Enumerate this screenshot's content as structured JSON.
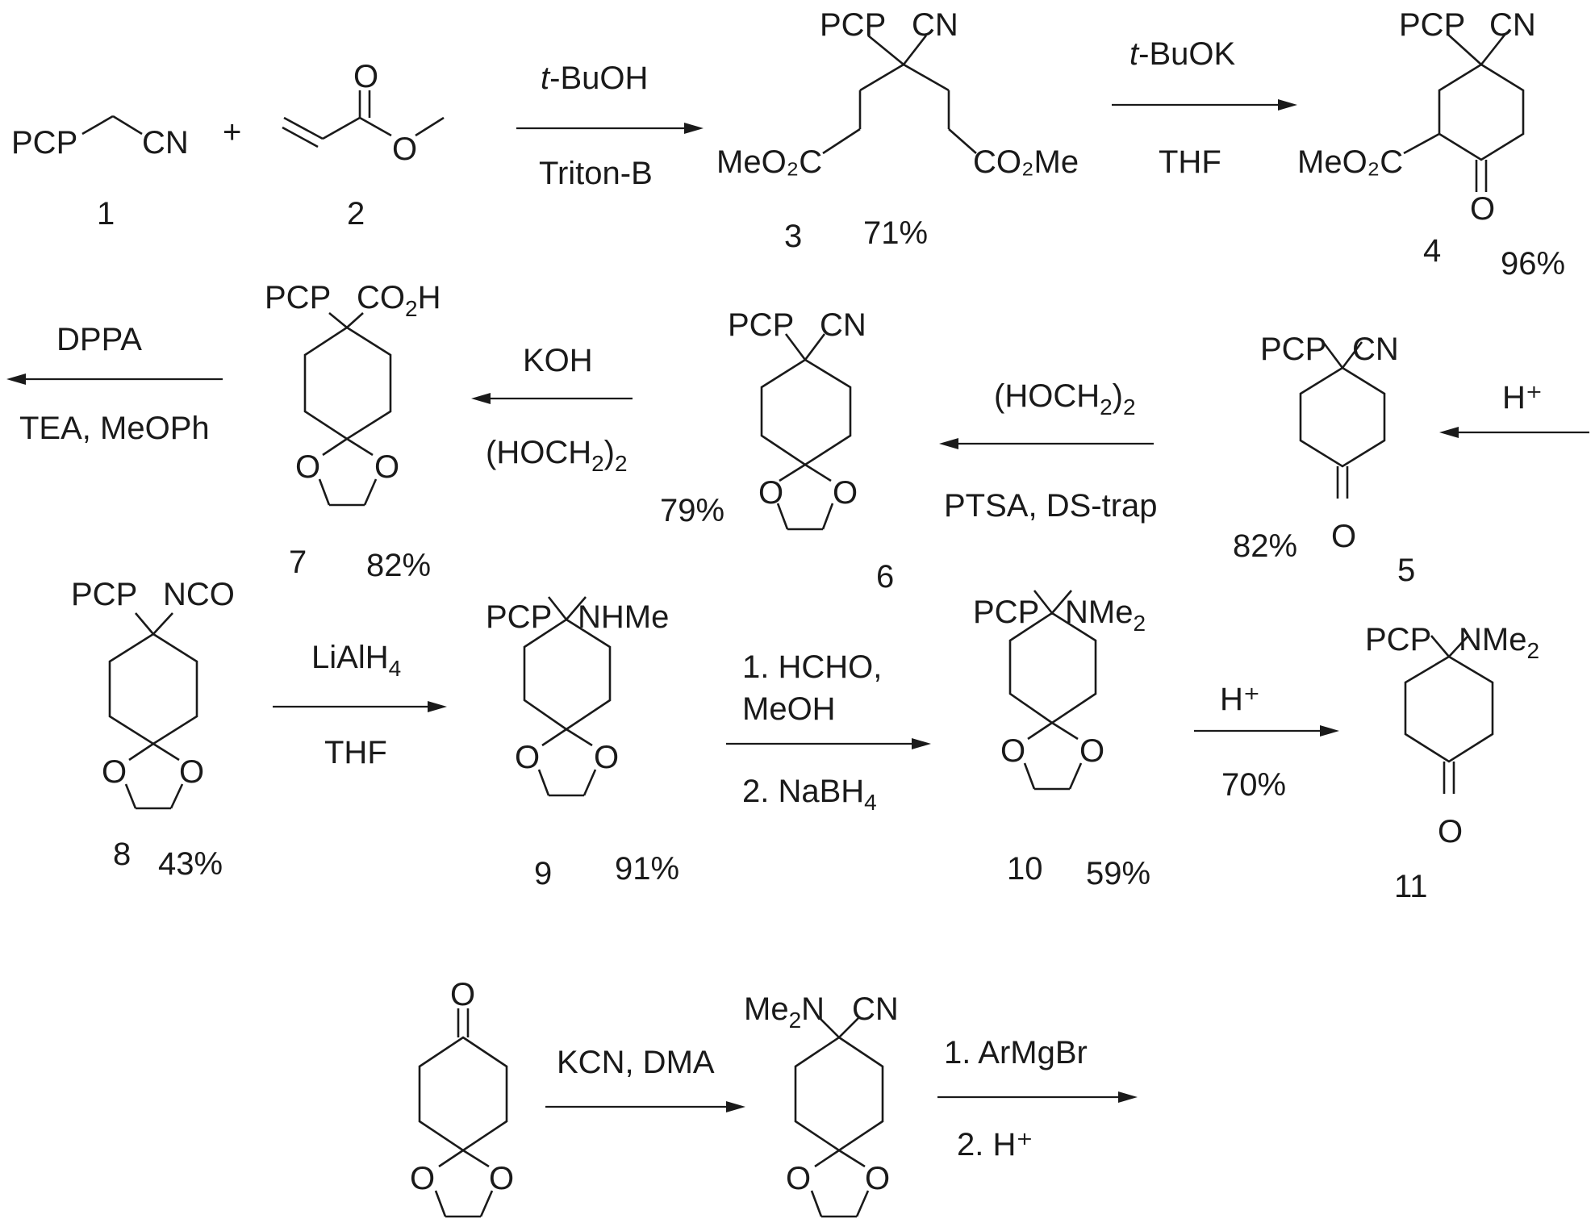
{
  "compounds": {
    "c1": {
      "number": "1",
      "sub": "PCP",
      "group": "CN"
    },
    "c2": {
      "number": "2",
      "oxygen_top": "O",
      "oxygen_ester": "O"
    },
    "c3": {
      "number": "3",
      "yield": "71%",
      "sub": "PCP",
      "group": "CN",
      "ester_left": "MeO₂C",
      "ester_right": "CO₂Me"
    },
    "c4": {
      "number": "4",
      "yield": "96%",
      "sub": "PCP",
      "group": "CN",
      "ester": "MeO₂C",
      "oxygen": "O"
    },
    "c5": {
      "number": "5",
      "yield": "82%",
      "sub": "PCP",
      "group": "CN",
      "oxygen": "O"
    },
    "c6": {
      "number": "6",
      "yield": "79%",
      "sub": "PCP",
      "group": "CN",
      "o_left": "O",
      "o_right": "O"
    },
    "c7": {
      "number": "7",
      "yield": "82%",
      "sub": "PCP",
      "group": "CO₂H",
      "o_left": "O",
      "o_right": "O"
    },
    "c8": {
      "number": "8",
      "yield": "43%",
      "sub": "PCP",
      "group": "NCO",
      "o_left": "O",
      "o_right": "O"
    },
    "c9": {
      "number": "9",
      "yield": "91%",
      "sub": "PCP",
      "group": "NHMe",
      "o_left": "O",
      "o_right": "O"
    },
    "c10": {
      "number": "10",
      "yield": "59%",
      "sub": "PCP",
      "group": "NMe₂",
      "o_left": "O",
      "o_right": "O"
    },
    "c11": {
      "number": "11",
      "sub": "PCP",
      "group": "NMe₂",
      "oxygen": "O"
    },
    "c12": {
      "oxygen": "O",
      "o_left": "O",
      "o_right": "O"
    },
    "c13": {
      "sub": "Me₂N",
      "group": "CN",
      "o_left": "O",
      "o_right": "O"
    }
  },
  "plus_sign": "+",
  "reactions": {
    "r1": {
      "above_prefix": "t",
      "above_rest": "-BuOH",
      "below": "Triton-B"
    },
    "r2": {
      "above_prefix": "t",
      "above_rest": "-BuOK",
      "below": "THF"
    },
    "r3": {
      "above": "H⁺"
    },
    "r4": {
      "above": "(HOCH₂)₂",
      "below": "PTSA, DS-trap"
    },
    "r5": {
      "above": "KOH",
      "below": "(HOCH₂)₂"
    },
    "r6": {
      "above": "DPPA",
      "below": "TEA, MeOPh"
    },
    "r7": {
      "above": "LiAlH₄",
      "below": "THF"
    },
    "r8": {
      "above_line1": "1. HCHO,",
      "above_line2": "MeOH",
      "below": "2. NaBH₄"
    },
    "r9": {
      "above": "H⁺",
      "below": "70%"
    },
    "r10": {
      "above": "KCN, DMA"
    },
    "r11": {
      "above": "1. ArMgBr",
      "below": "2. H⁺"
    }
  }
}
